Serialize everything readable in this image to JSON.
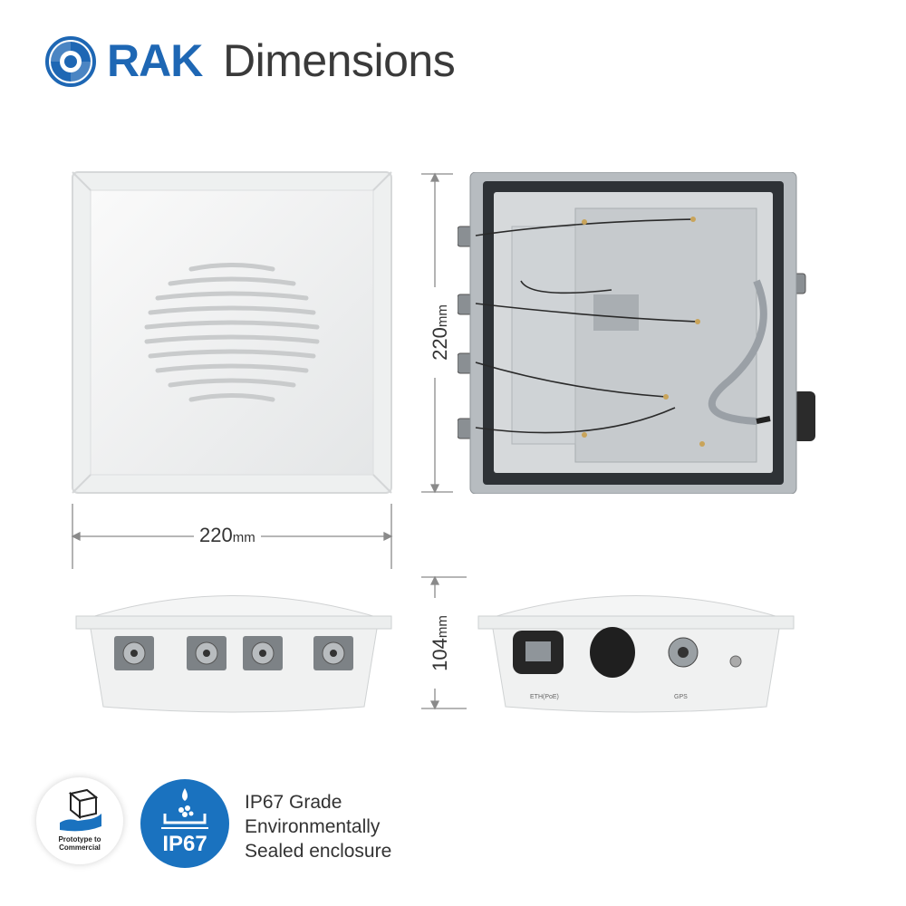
{
  "header": {
    "brand": "RAK",
    "title": "Dimensions",
    "logo_icon": "rak-logo-icon"
  },
  "dimensions": {
    "front_height_value": "220",
    "front_height_unit": "mm",
    "front_width_value": "220",
    "front_width_unit": "mm",
    "depth_value": "104",
    "depth_unit": "mm"
  },
  "connector_labels": {
    "eth": "ETH(PoE)",
    "gps": "GPS"
  },
  "badges": {
    "prototype_line1": "Prototype to",
    "prototype_line2": "Commercial",
    "ip67_label": "IP67"
  },
  "feature": {
    "line1": "IP67 Grade",
    "line2": "Environmentally",
    "line3": "Sealed enclosure"
  },
  "colors": {
    "brand_blue": "#1e67b4",
    "badge_blue": "#1a72bf",
    "enclosure_white": "#f2f3f3",
    "dim_line": "#8a8a8a"
  }
}
